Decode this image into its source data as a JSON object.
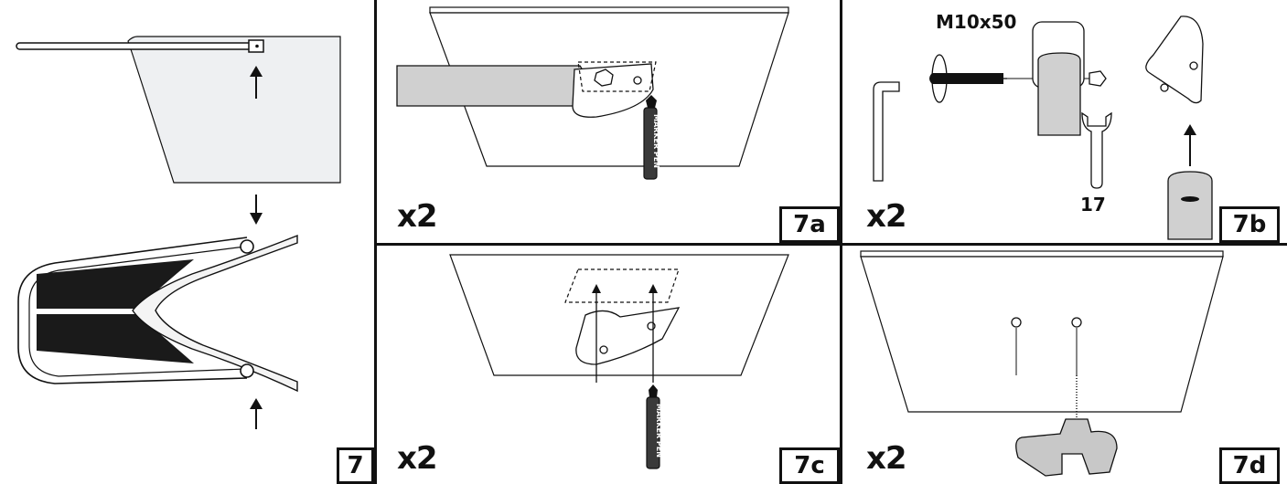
{
  "steps": {
    "s7": "7",
    "s7a": "7a",
    "s7b": "7b",
    "s7c": "7c",
    "s7d": "7d"
  },
  "quantity": {
    "q7a": "x2",
    "q7b": "x2",
    "q7c": "x2",
    "q7d": "x2"
  },
  "labels": {
    "bolt_size": "M10x50",
    "wrench_size": "17",
    "marker_text": "MARKER PEN"
  },
  "colors": {
    "ink": "#111111",
    "sail_fill": "#eef0f2",
    "pole_fill": "#d0d0d0",
    "pad_fill": "#1a1a1a"
  }
}
